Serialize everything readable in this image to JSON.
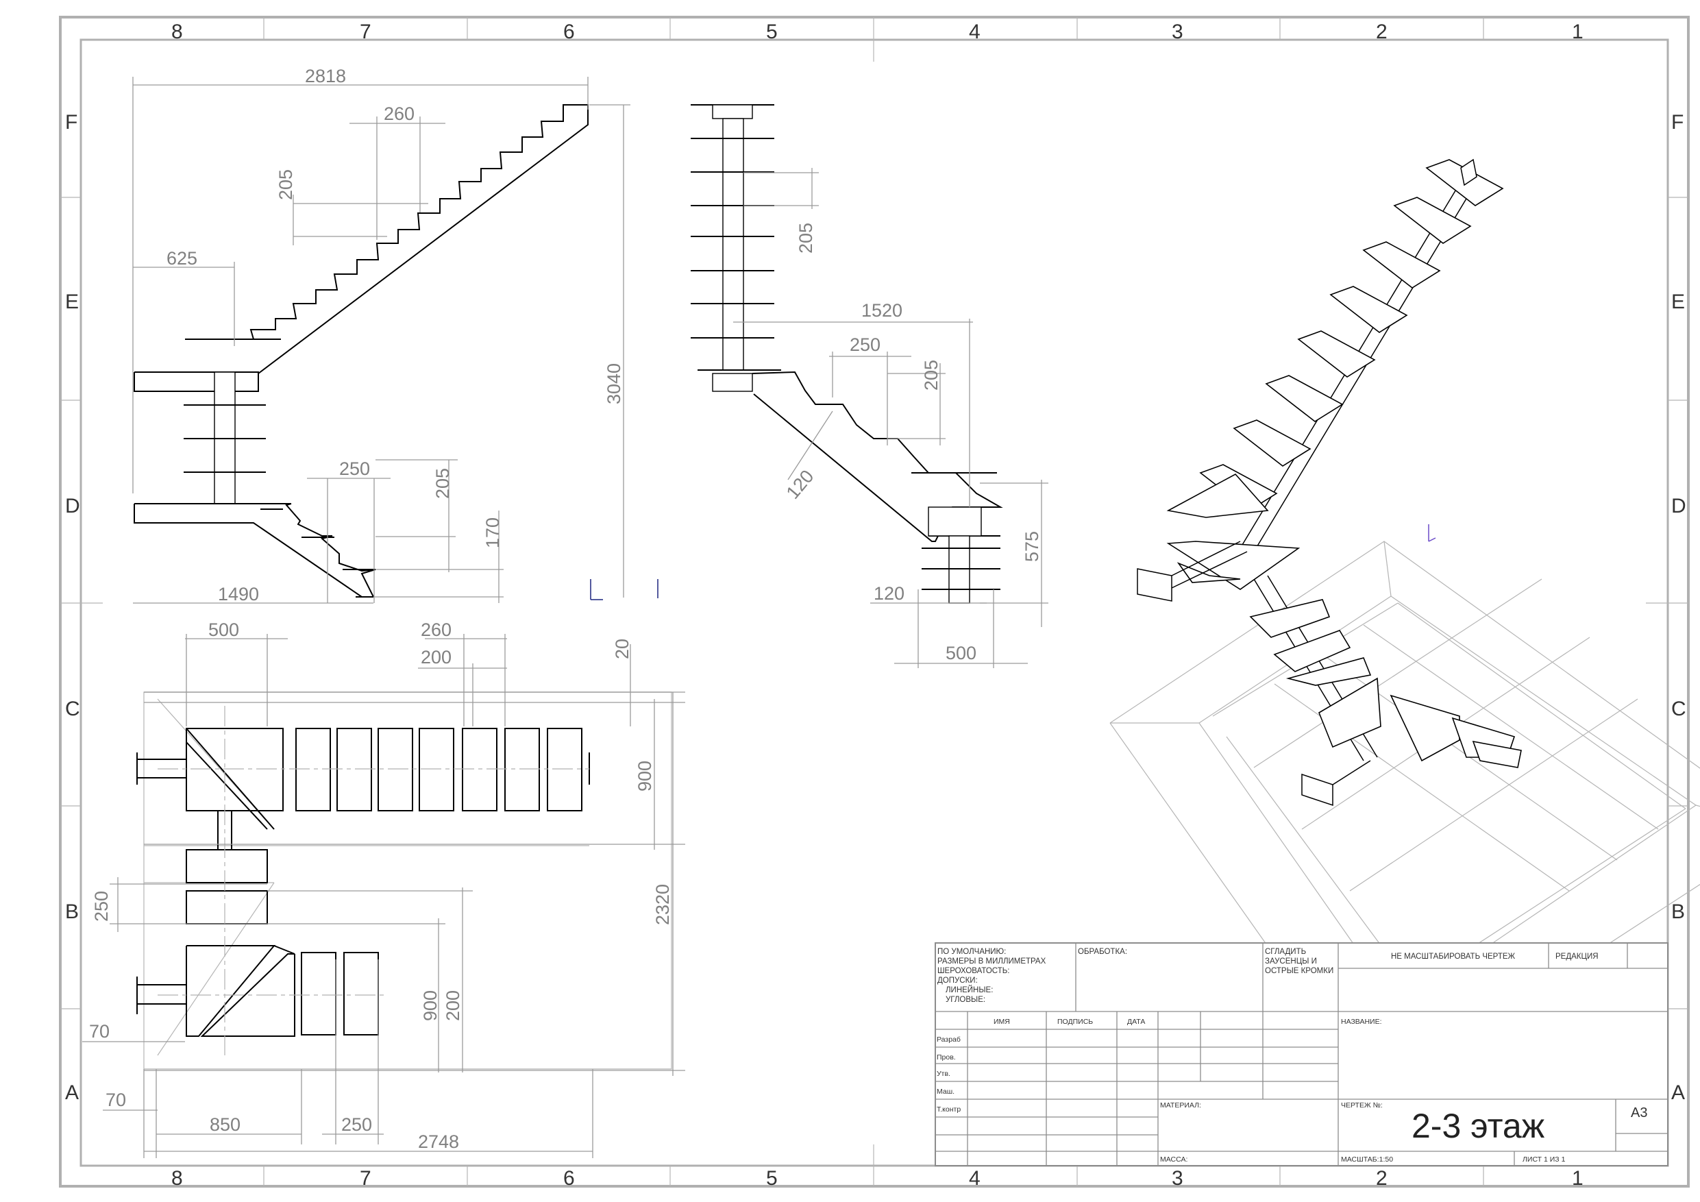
{
  "sheet": {
    "zones_top": [
      "8",
      "7",
      "6",
      "5",
      "4",
      "3",
      "2",
      "1"
    ],
    "zones_side": [
      "F",
      "E",
      "D",
      "C",
      "B",
      "A"
    ]
  },
  "dims": {
    "side1": [
      "2818",
      "260",
      "205",
      "625",
      "3040",
      "250",
      "205",
      "170",
      "1490"
    ],
    "side2": [
      "205",
      "1520",
      "250",
      "205",
      "120",
      "575",
      "120",
      "500"
    ],
    "plan": [
      "500",
      "260",
      "200",
      "20",
      "900",
      "2320",
      "250",
      "900",
      "200",
      "70",
      "70",
      "850",
      "250",
      "2748"
    ]
  },
  "title_block": {
    "defaults": [
      "ПО УМОЛЧАНИЮ:",
      "РАЗМЕРЫ В МИЛЛИМЕТРАХ",
      "ШЕРОХОВАТОСТЬ:",
      "ДОПУСКИ:",
      "ЛИНЕЙНЫЕ:",
      "УГЛОВЫЕ:"
    ],
    "finish": "ОБРАБОТКА:",
    "deburr": [
      "СГЛАДИТЬ",
      "ЗАУСЕНЦЫ И",
      "ОСТРЫЕ КРОМКИ"
    ],
    "no_scale": "НЕ МАСШТАБИРОВАТЬ ЧЕРТЕЖ",
    "revision": "РЕДАКЦИЯ",
    "col_name": "ИМЯ",
    "col_sign": "ПОДПИСЬ",
    "col_date": "ДАТА",
    "roles": [
      "Разраб",
      "Пров.",
      "Утв.",
      "Маш.",
      "Т.контр"
    ],
    "name_label": "НАЗВАНИЕ:",
    "material_label": "МАТЕРИАЛ:",
    "drawing_no_label": "ЧЕРТЕЖ №:",
    "drawing_no": "2-3 этаж",
    "format": "А3",
    "mass_label": "МАССА:",
    "scale": "МАСШТАБ:1:50",
    "sheet_no": "ЛИСТ 1 ИЗ 1"
  }
}
